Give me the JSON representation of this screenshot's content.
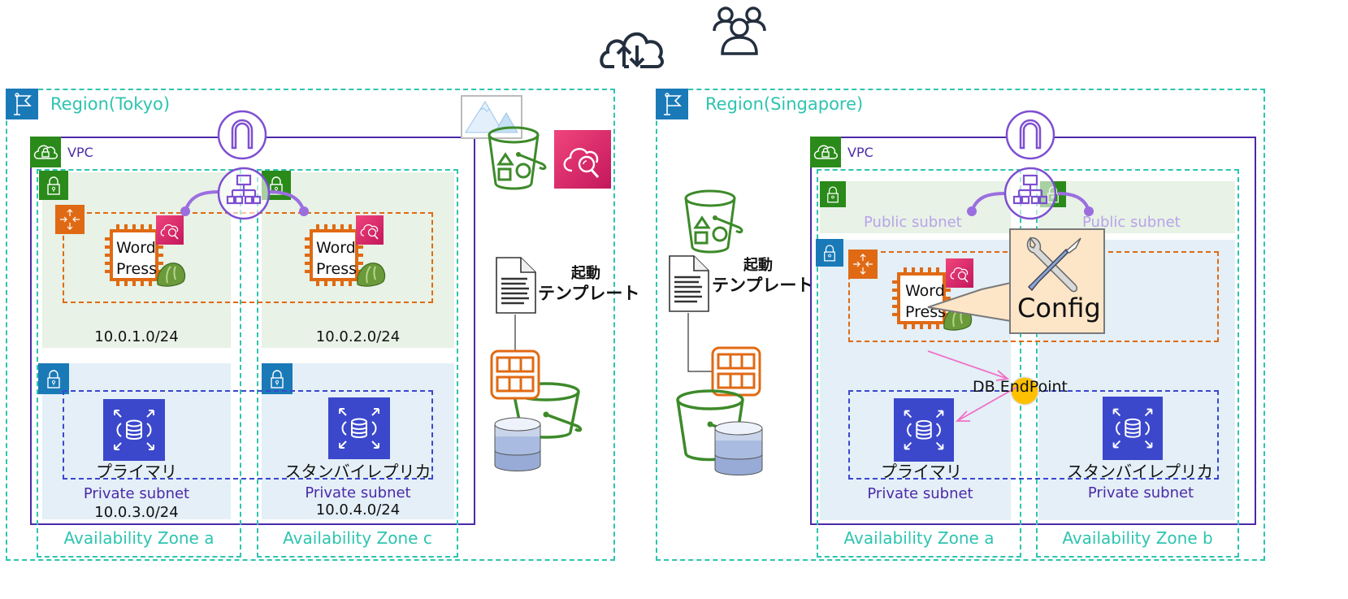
{
  "top_icons": {
    "internet": "cloud-upload-download-icon",
    "users": "users-group-icon"
  },
  "tokyo": {
    "region_title": "Region(Tokyo)",
    "vpc_label": "VPC",
    "public_subnets": [
      {
        "cidr": "10.0.1.0/24"
      },
      {
        "cidr": "10.0.2.0/24"
      }
    ],
    "instances": [
      {
        "line1": "Word",
        "line2": "Press"
      },
      {
        "line1": "Word",
        "line2": "Press"
      }
    ],
    "private_subnets": [
      {
        "label": "Private subnet",
        "cidr": "10.0.3.0/24",
        "db_label": "プライマリ"
      },
      {
        "label": "Private subnet",
        "cidr": "10.0.4.0/24",
        "db_label": "スタンバイレプリカ"
      }
    ],
    "azs": [
      "Availability Zone a",
      "Availability Zone c"
    ],
    "launch_template": {
      "line1": "起動",
      "line2": "テンプレート"
    }
  },
  "singapore": {
    "region_title": "Region(Singapore)",
    "vpc_label": "VPC",
    "public_subnets": [
      {
        "label": "Public subnet"
      },
      {
        "label": "Public subnet"
      }
    ],
    "instance": {
      "line1": "Word",
      "line2": "Press"
    },
    "config_label": "Config",
    "endpoint_label": "DB EndPoint",
    "private_subnets": [
      {
        "label": "Private subnet",
        "db_label": "プライマリ"
      },
      {
        "label": "Private subnet",
        "db_label": "スタンバイレプリカ"
      }
    ],
    "azs": [
      "Availability Zone a",
      "Availability Zone b"
    ],
    "launch_template": {
      "line1": "起動",
      "line2": "テンプレート"
    }
  },
  "colors": {
    "region_border": "#2ec4b0",
    "vpc_border": "#4b2aa8",
    "asg_border": "#e06a14",
    "rds": "#3b48cc",
    "public_subnet_bg": "#e8f2e6",
    "private_subnet_bg": "#e4eff7",
    "callout_bg": "#fde6c8",
    "arrow": "#f070c8",
    "endpoint": "#ffc000"
  }
}
